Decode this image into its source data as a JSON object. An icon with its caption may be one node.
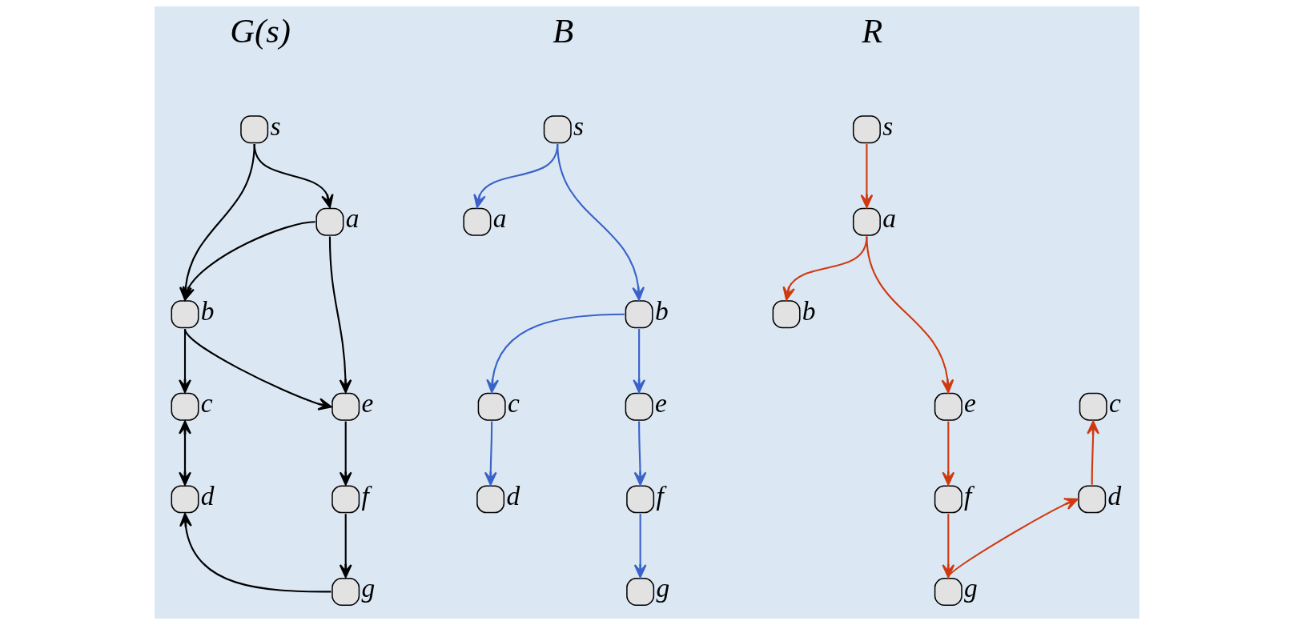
{
  "diagram": {
    "nodes": [
      {
        "text": [],
        "shape": "circle",
        "beside": [
          "s"
        ]
      },
      {
        "text": [],
        "shape": "circle",
        "beside": [
          "a"
        ]
      },
      {
        "text": [],
        "shape": "circle",
        "beside": [
          "b"
        ]
      },
      {
        "text": [],
        "shape": "circle",
        "beside": [
          "c"
        ]
      },
      {
        "text": [],
        "shape": "circle",
        "beside": [
          "d"
        ]
      },
      {
        "text": [],
        "shape": "circle",
        "beside": [
          "e"
        ]
      },
      {
        "text": [],
        "shape": "circle",
        "beside": [
          "f"
        ]
      },
      {
        "text": [],
        "shape": "circle",
        "beside": [
          "g"
        ]
      },
      {
        "text": [],
        "shape": "circle",
        "beside": [
          "s"
        ]
      },
      {
        "text": [],
        "shape": "circle",
        "beside": [
          "a"
        ]
      },
      {
        "text": [],
        "shape": "circle",
        "beside": [
          "b"
        ]
      },
      {
        "text": [],
        "shape": "circle",
        "beside": [
          "c"
        ]
      },
      {
        "text": [],
        "shape": "circle",
        "beside": [
          "d"
        ]
      },
      {
        "text": [],
        "shape": "circle",
        "beside": [
          "e"
        ]
      },
      {
        "text": [],
        "shape": "circle",
        "beside": [
          "f"
        ]
      },
      {
        "text": [],
        "shape": "circle",
        "beside": [
          "g"
        ]
      },
      {
        "text": [],
        "shape": "circle",
        "beside": [
          "s"
        ]
      },
      {
        "text": [],
        "shape": "circle",
        "beside": [
          "a"
        ]
      },
      {
        "text": [],
        "shape": "circle",
        "beside": [
          "b"
        ]
      },
      {
        "text": [],
        "shape": "circle",
        "beside": [
          "c"
        ]
      },
      {
        "text": [],
        "shape": "circle",
        "beside": [
          "d"
        ]
      },
      {
        "text": [],
        "shape": "circle",
        "beside": [
          "e"
        ]
      },
      {
        "text": [],
        "shape": "circle",
        "beside": [
          "f"
        ]
      },
      {
        "text": [],
        "shape": "circle",
        "beside": [
          "g"
        ]
      }
    ],
    "edges": [
      {
        "from": 0,
        "to": 1,
        "arrow": "to"
      },
      {
        "from": 0,
        "to": 2,
        "arrow": "to"
      },
      {
        "from": 1,
        "to": 2,
        "arrow": "to"
      },
      {
        "from": 1,
        "to": 5,
        "arrow": "to"
      },
      {
        "from": 2,
        "to": 3,
        "arrow": "to"
      },
      {
        "from": 2,
        "to": 5,
        "arrow": "to"
      },
      {
        "from": 3,
        "to": 4,
        "arrow": "to"
      },
      {
        "from": 4,
        "to": 3,
        "arrow": "to"
      },
      {
        "from": 5,
        "to": 6,
        "arrow": "to"
      },
      {
        "from": 6,
        "to": 7,
        "arrow": "to"
      },
      {
        "from": 7,
        "to": 4,
        "arrow": "to"
      },
      {
        "from": 8,
        "to": 9,
        "arrow": "to",
        "color": "#3a62c9"
      },
      {
        "from": 8,
        "to": 10,
        "arrow": "to",
        "color": "#3a62c9"
      },
      {
        "from": 10,
        "to": 11,
        "arrow": "to",
        "color": "#3a62c9"
      },
      {
        "from": 10,
        "to": 13,
        "arrow": "to",
        "color": "#3a62c9"
      },
      {
        "from": 11,
        "to": 12,
        "arrow": "to",
        "color": "#3a62c9"
      },
      {
        "from": 13,
        "to": 14,
        "arrow": "to",
        "color": "#3a62c9"
      },
      {
        "from": 14,
        "to": 15,
        "arrow": "to",
        "color": "#3a62c9"
      },
      {
        "from": 16,
        "to": 17,
        "arrow": "to",
        "color": "#d03a10"
      },
      {
        "from": 17,
        "to": 18,
        "arrow": "to",
        "color": "#d03a10"
      },
      {
        "from": 17,
        "to": 21,
        "arrow": "to",
        "color": "#d03a10"
      },
      {
        "from": 20,
        "to": 19,
        "arrow": "to",
        "color": "#d03a10"
      },
      {
        "from": 21,
        "to": 22,
        "arrow": "to",
        "color": "#d03a10"
      },
      {
        "from": 22,
        "to": 23,
        "arrow": "to",
        "color": "#d03a10"
      },
      {
        "from": 23,
        "to": 20,
        "arrow": "to",
        "color": "#d03a10"
      }
    ],
    "labels": [
      "G(s)",
      "B",
      "R"
    ]
  }
}
